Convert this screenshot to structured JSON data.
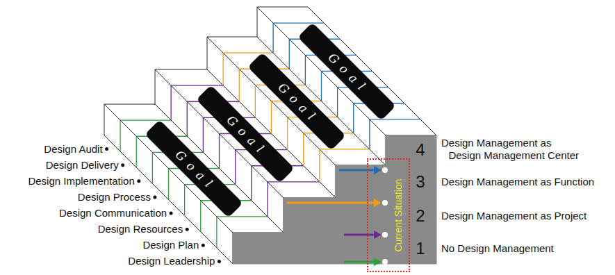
{
  "diagram": {
    "nodes": [
      {
        "text": [
          "Goal"
        ]
      },
      {
        "text": [
          "Goal"
        ]
      },
      {
        "text": [
          "Goal"
        ]
      },
      {
        "text": [
          "Goal"
        ]
      },
      {
        "text": [
          "Current Situation"
        ]
      }
    ],
    "labels": [
      "Design Audit",
      "Design Delivery",
      "Design Implementation",
      "Design Process",
      "Design Communication",
      "Design Resources",
      "Design Plan",
      "Design Leadership",
      "4",
      "Design Management as Design Management Center",
      "3",
      "Design Management as Function",
      "2",
      "Design Management as Project",
      "1",
      "No Design Management"
    ]
  }
}
